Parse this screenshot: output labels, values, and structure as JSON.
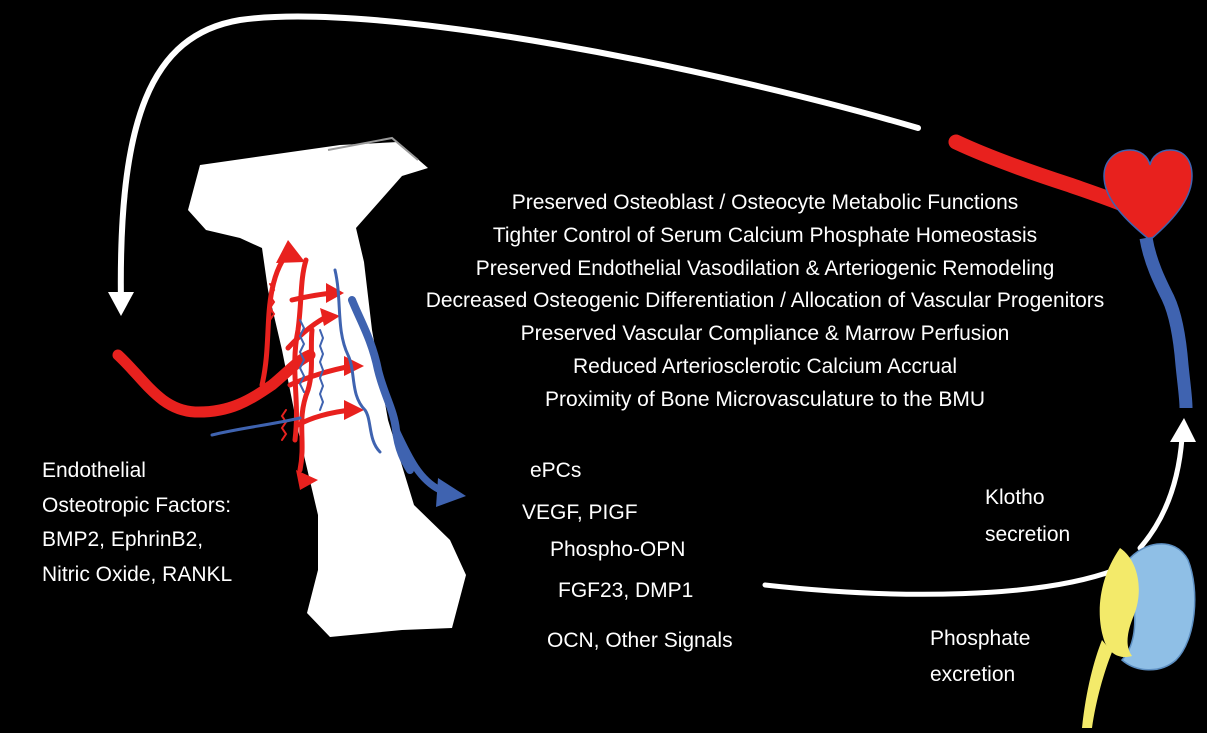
{
  "benefits": [
    "Preserved Osteoblast  / Osteocyte Metabolic Functions",
    "Tighter Control of Serum Calcium Phosphate Homeostasis",
    "Preserved Endothelial Vasodilation & Arteriogenic Remodeling",
    "Decreased Osteogenic Differentiation  / Allocation of Vascular Progenitors",
    "Preserved Vascular Compliance & Marrow Perfusion",
    "Reduced Arteriosclerotic Calcium Accrual",
    "Proximity of Bone Microvasculature to the BMU"
  ],
  "endothelial_factors": {
    "line1": "Endothelial",
    "line2": "Osteotropic Factors:",
    "line3": "BMP2, EphrinB2,",
    "line4": "Nitric Oxide, RANKL"
  },
  "bone_signals": {
    "epcs": "ePCs",
    "vegf": "VEGF, PIGF",
    "opn": "Phospho-OPN",
    "fgf23": "FGF23, DMP1",
    "ocn": "OCN, Other Signals"
  },
  "kidney": {
    "klotho_line1": "Klotho",
    "klotho_line2": "secretion",
    "phosphate_line1": "Phosphate",
    "phosphate_line2": "excretion"
  },
  "colors": {
    "artery": "#e8211e",
    "vein": "#3f63b0",
    "bone": "#ffffff",
    "kidney": "#8fbfe6",
    "ureter": "#f3ea6a",
    "heart": "#e8211e"
  }
}
